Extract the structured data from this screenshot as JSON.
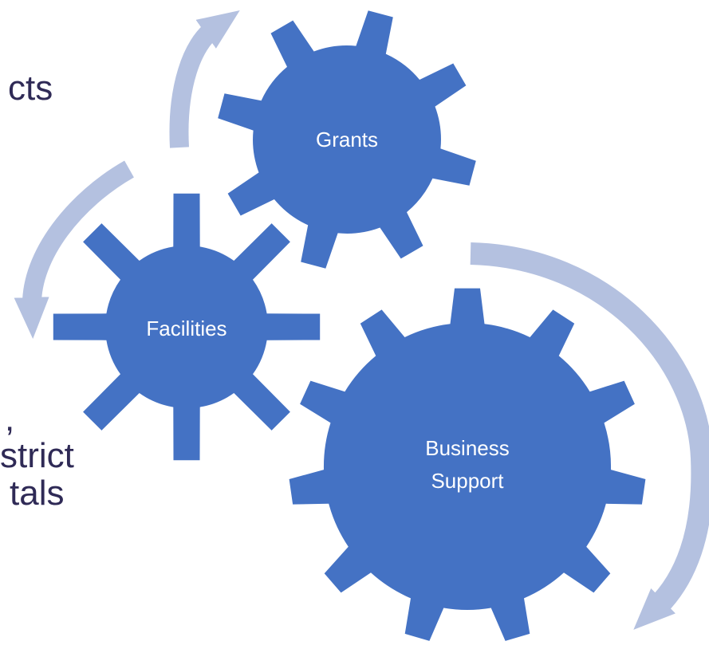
{
  "colors": {
    "gear": "#4472c4",
    "arrow": "#b4c1e0",
    "text": "#2f2a56",
    "label": "#ffffff"
  },
  "background_text": {
    "fragment_top": "cts",
    "fragment_line1": ",",
    "fragment_line2": "strict",
    "fragment_line3": "tals"
  },
  "gears": [
    {
      "id": "grants",
      "label_lines": [
        "Grants"
      ]
    },
    {
      "id": "facilities",
      "label_lines": [
        "Facilities"
      ]
    },
    {
      "id": "business-support",
      "label_lines": [
        "Business",
        "Support"
      ]
    }
  ],
  "arrows": [
    {
      "id": "arrow-top",
      "shape": "arc-arrow"
    },
    {
      "id": "arrow-left",
      "shape": "arc-arrow"
    },
    {
      "id": "arrow-right",
      "shape": "arc-arrow"
    }
  ]
}
